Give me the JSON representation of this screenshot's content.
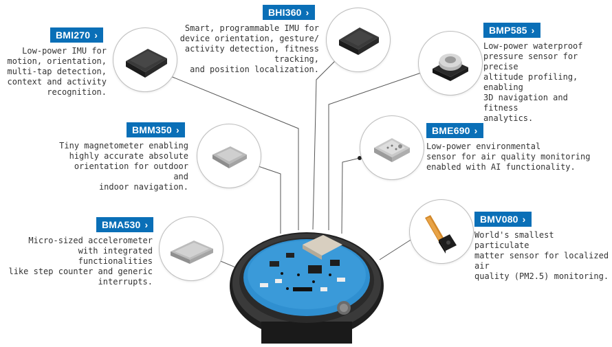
{
  "sensors": {
    "bmi270": {
      "name": "BMI270",
      "lines": [
        "Low-power IMU for",
        "motion, orientation,",
        "multi-tap detection,",
        "context and activity",
        "recognition."
      ]
    },
    "bhi360": {
      "name": "BHI360",
      "lines": [
        "Smart, programmable IMU for",
        "device orientation, gesture/",
        "activity detection, fitness tracking,",
        "and position localization."
      ]
    },
    "bmp585": {
      "name": "BMP585",
      "lines": [
        "Low-power waterproof",
        "pressure sensor for precise",
        "altitude profiling, enabling",
        "3D navigation and fitness",
        "analytics."
      ]
    },
    "bmm350": {
      "name": "BMM350",
      "lines": [
        "Tiny magnetometer enabling",
        "highly accurate absolute",
        "orientation for outdoor and",
        "indoor navigation."
      ]
    },
    "bme690": {
      "name": "BME690",
      "lines": [
        "Low-power environmental",
        "sensor for air quality monitoring",
        "enabled with AI functionality."
      ]
    },
    "bma530": {
      "name": "BMA530",
      "lines": [
        "Micro-sized accelerometer",
        "with integrated functionalities",
        "like step counter and generic",
        "interrupts."
      ]
    },
    "bmv080": {
      "name": "BMV080",
      "lines": [
        "World's smallest particulate",
        "matter sensor for localized air",
        "quality (PM2.5) monitoring."
      ]
    }
  },
  "chevron": "›",
  "colors": {
    "tag": "#0a6fb7",
    "board": "#2f8fd0",
    "case": "#2b2b2b"
  }
}
